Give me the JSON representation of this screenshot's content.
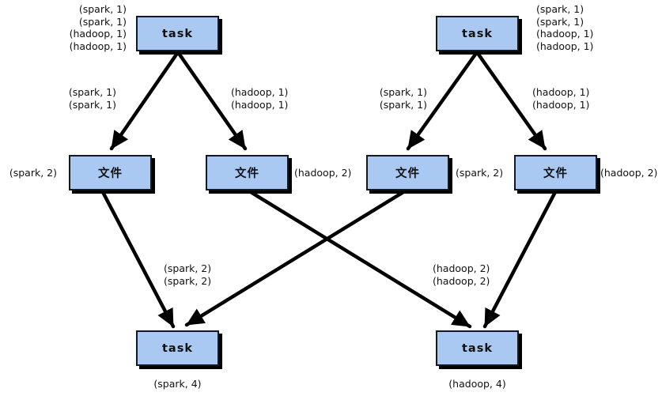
{
  "diagram": {
    "nodes": {
      "task_top_left": {
        "label": "task"
      },
      "task_top_right": {
        "label": "task"
      },
      "file_1": {
        "label": "文件"
      },
      "file_2": {
        "label": "文件"
      },
      "file_3": {
        "label": "文件"
      },
      "file_4": {
        "label": "文件"
      },
      "task_bottom_left": {
        "label": "task"
      },
      "task_bottom_right": {
        "label": "task"
      }
    },
    "annotations": {
      "top_left_input_stack": "(spark, 1)\n(spark, 1)\n(hadoop, 1)\n(hadoop, 1)",
      "top_right_input_stack": "(spark, 1)\n(spark, 1)\n(hadoop, 1)\n(hadoop, 1)",
      "edge_tltask_to_file1": "(spark, 1)\n(spark, 1)",
      "edge_tltask_to_file2": "(hadoop, 1)\n(hadoop, 1)",
      "edge_trtask_to_file3": "(spark, 1)\n(spark, 1)",
      "edge_trtask_to_file4": "(hadoop, 1)\n(hadoop, 1)",
      "file1_side_label": "(spark, 2)",
      "file2_side_label": "(hadoop, 2)",
      "file3_side_label": "(spark, 2)",
      "file4_side_label": "(hadoop, 2)",
      "edges_to_bottom_left_task": "(spark, 2)\n(spark, 2)",
      "edges_to_bottom_right_task": "(hadoop, 2)\n(hadoop, 2)",
      "bottom_left_task_output": "(spark, 4)",
      "bottom_right_task_output": "(hadoop, 4)"
    },
    "colors": {
      "node_fill": "#a9c9f2",
      "node_border": "#15181d",
      "node_shadow": "#000000",
      "arrow": "#000000",
      "text": "#111111",
      "background": "#ffffff"
    }
  }
}
